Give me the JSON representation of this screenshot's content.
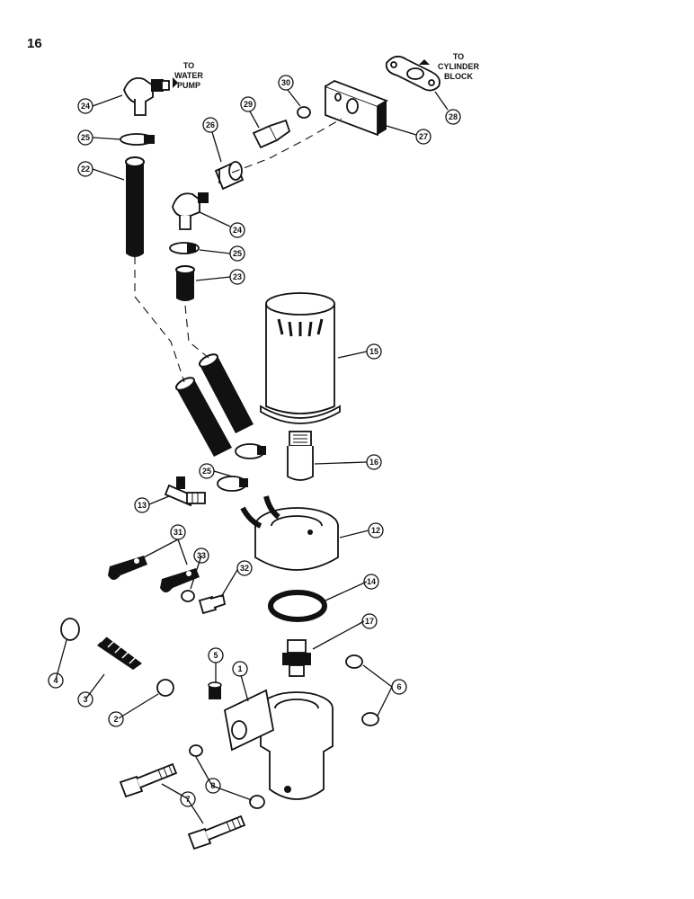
{
  "page": {
    "number": "16"
  },
  "notes": {
    "water_pump_line1": "TO",
    "water_pump_line2": "WATER",
    "water_pump_line3": "PUMP",
    "cylinder_line1": "TO",
    "cylinder_line2": "CYLINDER",
    "cylinder_line3": "BLOCK"
  },
  "callouts": {
    "c1": "1",
    "c2": "2",
    "c3": "3",
    "c4": "4",
    "c5": "5",
    "c6": "6",
    "c7": "7",
    "c8": "8",
    "c12": "12",
    "c13": "13",
    "c14": "14",
    "c15": "15",
    "c16": "16",
    "c17": "17",
    "c22": "22",
    "c23": "23",
    "c24a": "24",
    "c24b": "24",
    "c25a": "25",
    "c25b": "25",
    "c25c": "25",
    "c26": "26",
    "c27": "27",
    "c28": "28",
    "c29": "29",
    "c30": "30",
    "c31": "31",
    "c32": "32",
    "c33": "33"
  }
}
